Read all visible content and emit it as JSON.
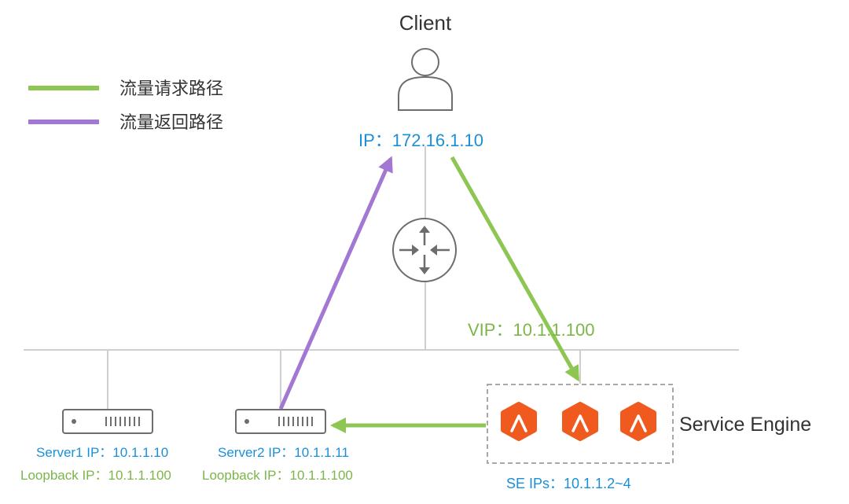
{
  "legend": {
    "request_path": "流量请求路径",
    "return_path": "流量返回路径"
  },
  "client": {
    "name": "Client",
    "ip_label": "IP：172.16.1.10",
    "icon": "user-icon"
  },
  "router": {
    "icon": "router-icon"
  },
  "service_engine": {
    "name": "Service Engine",
    "vip_label": "VIP：10.1.1.100",
    "se_ips_label": "SE IPs：10.1.1.2~4",
    "instance_count": 3,
    "icon": "service-engine-icon"
  },
  "servers": [
    {
      "ip_label": "Server1 IP：10.1.1.10",
      "loopback_label": "Loopback IP：10.1.1.100",
      "icon": "server-icon"
    },
    {
      "ip_label": "Server2 IP：10.1.1.11",
      "loopback_label": "Loopback IP：10.1.1.100",
      "icon": "server-icon"
    }
  ],
  "colors": {
    "request": "#8dc653",
    "return": "#a378d2",
    "ip_blue": "#1a8fd8",
    "ip_green": "#7ab648",
    "se_orange": "#f05a1e",
    "line_gray": "#cfcfcf",
    "icon_gray": "#6d6d6d",
    "text_dark": "#333333"
  }
}
